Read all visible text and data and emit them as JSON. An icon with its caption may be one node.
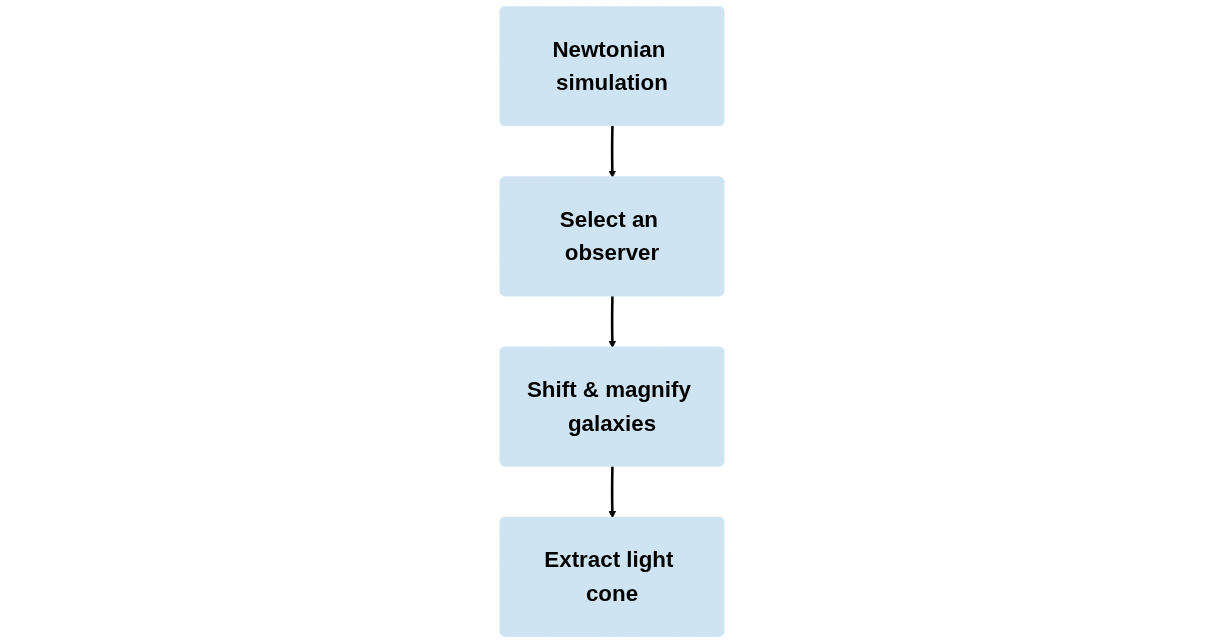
{
  "diagram": {
    "nodes": [
      {
        "text": [
          "Newtonian simulation"
        ]
      },
      {
        "text": [
          "Select an observer"
        ]
      },
      {
        "text": [
          "Shift & magnify galaxies"
        ]
      },
      {
        "text": [
          "Extract light cone"
        ]
      }
    ],
    "edges": [
      {
        "from": 0,
        "to": 1,
        "arrow": "to"
      },
      {
        "from": 1,
        "to": 2,
        "arrow": "to"
      },
      {
        "from": 2,
        "to": 3,
        "arrow": "to"
      }
    ]
  }
}
